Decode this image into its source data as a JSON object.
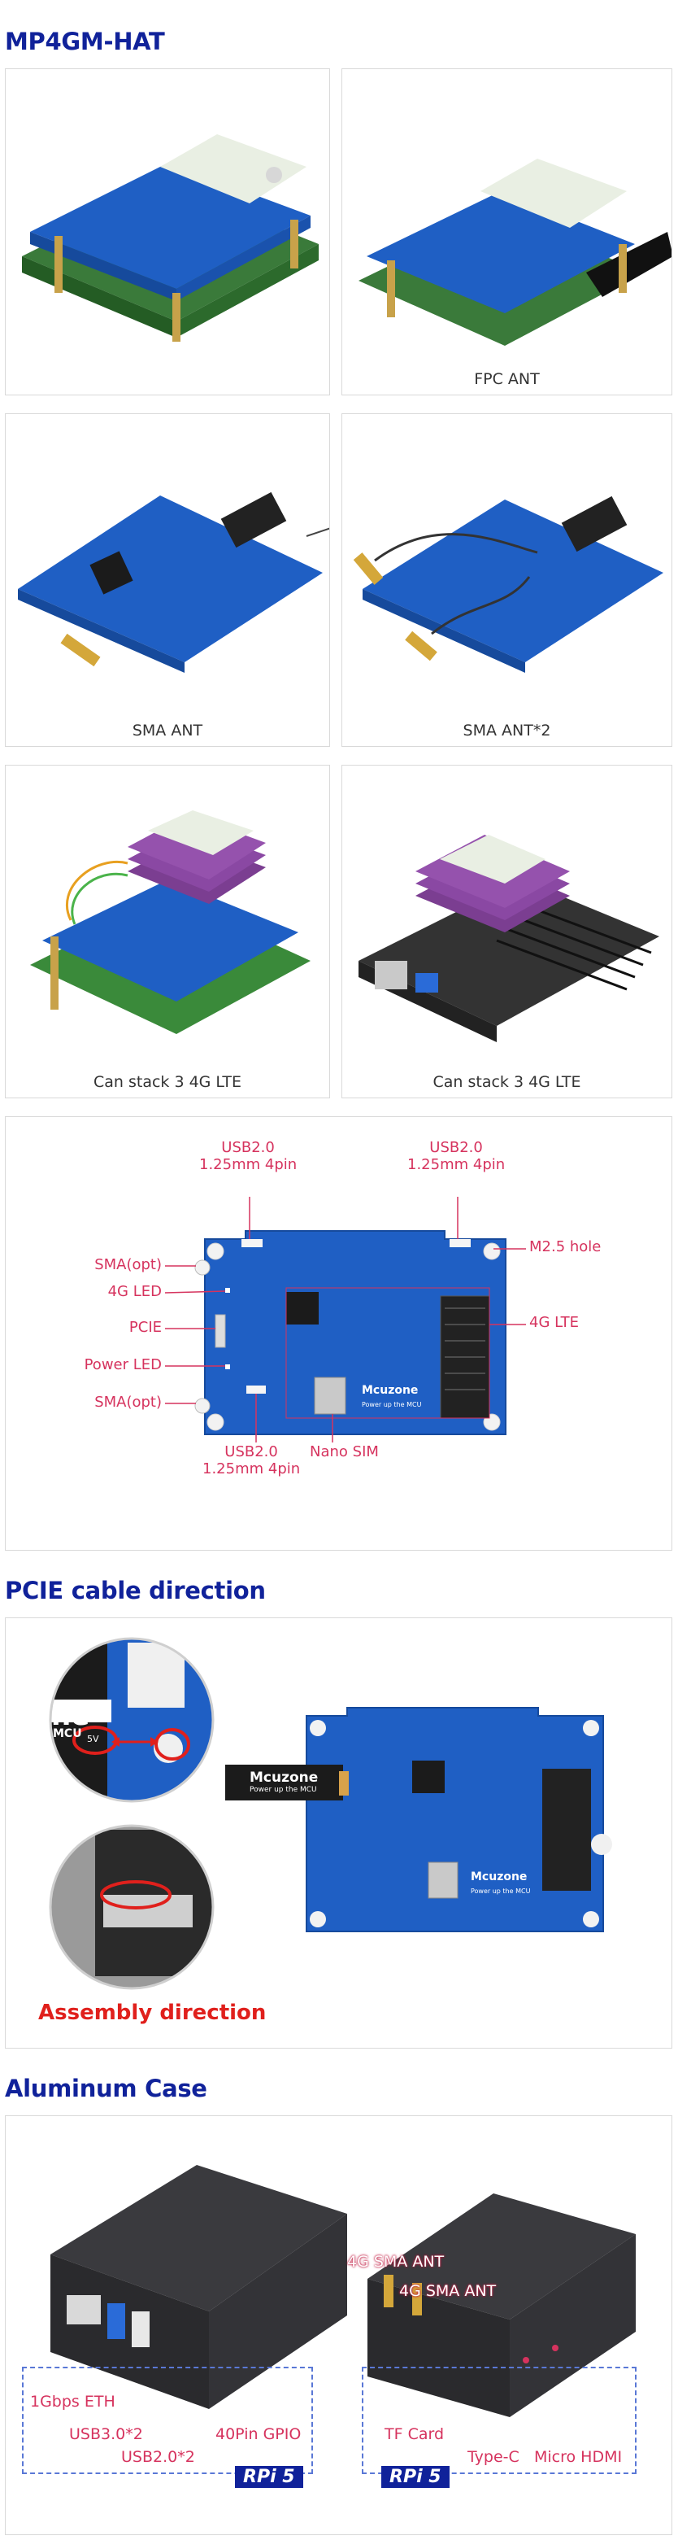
{
  "sections": {
    "product": {
      "title": "MP4GM-HAT"
    },
    "pcie": {
      "title": "PCIE cable direction"
    },
    "case": {
      "title": "Aluminum Case"
    }
  },
  "gallery": {
    "captions": [
      "",
      "FPC ANT",
      "SMA ANT",
      "SMA ANT*2",
      "Can stack 3 4G LTE",
      "Can stack 3 4G LTE"
    ]
  },
  "diagram": {
    "labels": {
      "usb_top_left": "USB2.0\n1.25mm 4pin",
      "usb_top_right": "USB2.0\n1.25mm 4pin",
      "m25_hole": "M2.5 hole",
      "sma_opt_top": "SMA(opt)",
      "led_4g": "4G LED",
      "pcie": "PCIE",
      "lte_4g": "4G LTE",
      "power_led": "Power LED",
      "sma_opt_bottom": "SMA(opt)",
      "usb_bottom": "USB2.0\n1.25mm 4pin",
      "nano_sim": "Nano SIM"
    },
    "board_brand": "Mcuzone",
    "board_slogan": "Power up the MCU"
  },
  "pcie_cable": {
    "assembly_label": "Assembly direction",
    "zoom_text_top": "ne",
    "zoom_mcu": "MCU",
    "zoom_5v": "5V",
    "brand": "Mcuzone",
    "slogan": "Power up the MCU"
  },
  "case": {
    "left_labels": {
      "eth": "1Gbps ETH",
      "usb3": "USB3.0*2",
      "usb2": "USB2.0*2",
      "gpio": "40Pin GPIO"
    },
    "right_labels": {
      "sma_ant_1": "4G SMA ANT",
      "sma_ant_2": "4G SMA ANT",
      "tf_card": "TF Card",
      "type_c": "Type-C",
      "micro_hdmi": "Micro HDMI"
    },
    "badge_left": "RPi 5",
    "badge_right": "RPi 5"
  },
  "colors": {
    "heading": "#10229a",
    "callout": "#d6335e",
    "pcb": "#1f5fc4",
    "assembly": "#e0201c"
  }
}
